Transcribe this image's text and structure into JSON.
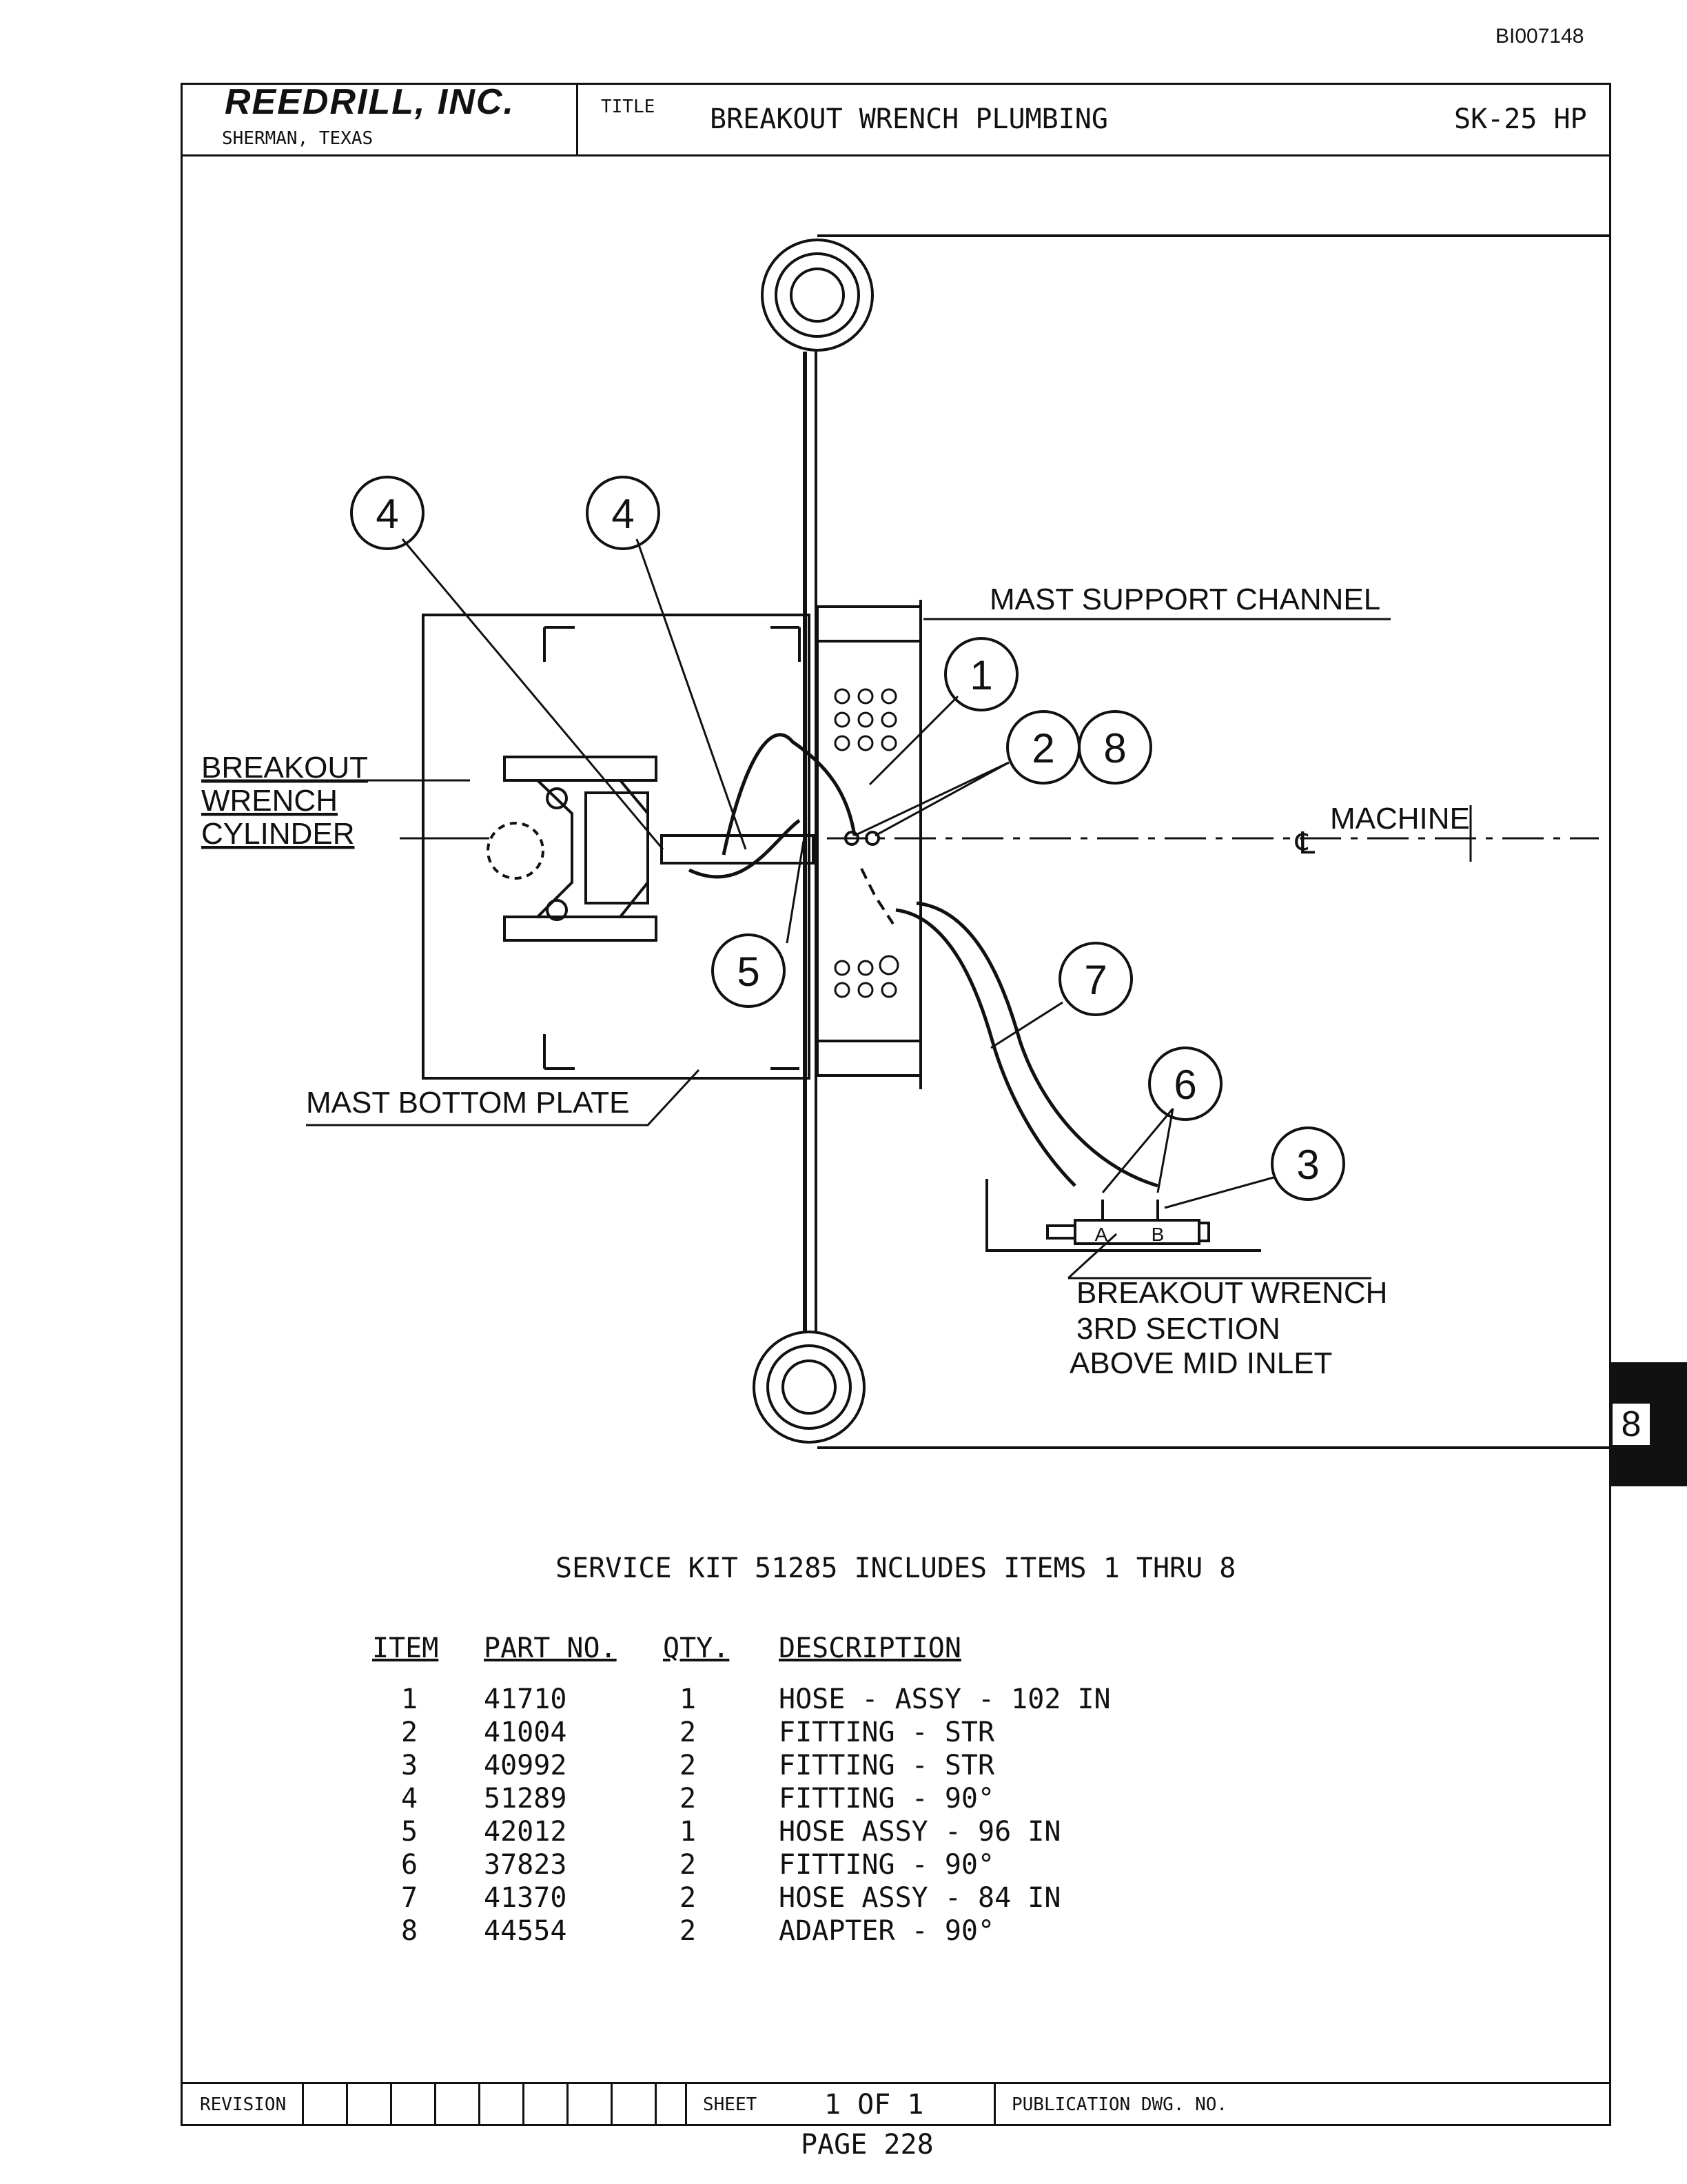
{
  "document": {
    "doc_id": "BI007148",
    "page_label": "PAGE 228",
    "tab_label": "8"
  },
  "title_block": {
    "company": "REEDRILL, INC.",
    "location": "SHERMAN, TEXAS",
    "title_label": "TITLE",
    "title": "BREAKOUT WRENCH PLUMBING",
    "model": "SK-25 HP"
  },
  "diagram": {
    "labels": {
      "mast_support_channel": "MAST SUPPORT CHANNEL",
      "breakout_wrench_cylinder": [
        "BREAKOUT",
        "WRENCH",
        "CYLINDER"
      ],
      "machine_centerline": "MACHINE",
      "centerline_symbol": "℄",
      "mast_bottom_plate": "MAST BOTTOM PLATE",
      "breakout_wrench_valve": [
        "BREAKOUT WRENCH",
        "3RD SECTION",
        "ABOVE MID INLET"
      ],
      "port_a": "A",
      "port_b": "B"
    },
    "callouts": [
      "4",
      "4",
      "1",
      "2",
      "8",
      "5",
      "7",
      "6",
      "3"
    ]
  },
  "parts_list": {
    "kit_note": "SERVICE KIT 51285 INCLUDES ITEMS 1 THRU 8",
    "headers": [
      "ITEM",
      "PART NO.",
      "QTY.",
      "DESCRIPTION"
    ],
    "rows": [
      {
        "item": "1",
        "part_no": "41710",
        "qty": "1",
        "description": "HOSE - ASSY - 102 IN"
      },
      {
        "item": "2",
        "part_no": "41004",
        "qty": "2",
        "description": "FITTING - STR"
      },
      {
        "item": "3",
        "part_no": "40992",
        "qty": "2",
        "description": "FITTING - STR"
      },
      {
        "item": "4",
        "part_no": "51289",
        "qty": "2",
        "description": "FITTING - 90°"
      },
      {
        "item": "5",
        "part_no": "42012",
        "qty": "1",
        "description": "HOSE ASSY - 96 IN"
      },
      {
        "item": "6",
        "part_no": "37823",
        "qty": "2",
        "description": "FITTING - 90°"
      },
      {
        "item": "7",
        "part_no": "41370",
        "qty": "2",
        "description": "HOSE ASSY - 84 IN"
      },
      {
        "item": "8",
        "part_no": "44554",
        "qty": "2",
        "description": "ADAPTER - 90°"
      }
    ]
  },
  "footer": {
    "revision_label": "REVISION",
    "sheet_label": "SHEET",
    "sheet_value": "1 OF 1",
    "publication_label": "PUBLICATION DWG. NO."
  }
}
